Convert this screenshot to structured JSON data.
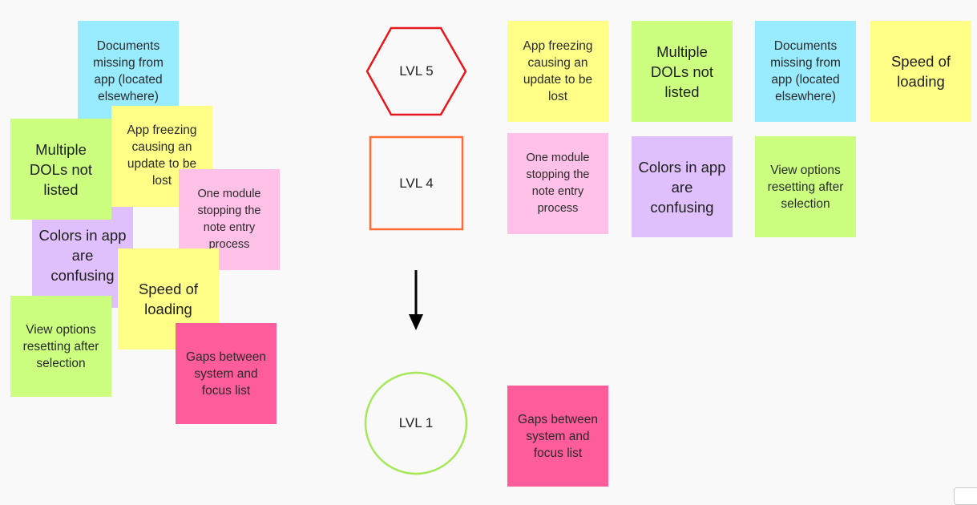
{
  "colors": {
    "blue": "#99ecff",
    "yellow": "#ffff88",
    "green": "#ccff80",
    "pink": "#ffc1e8",
    "purple": "#e0c0fc",
    "hot_pink": "#ff5c9c",
    "lvl5_stroke": "#e8171b",
    "lvl4_stroke": "#ff6b35",
    "lvl1_stroke": "#a6e85a"
  },
  "unsorted": [
    "Documents missing from app (located elsewhere)",
    "Colors in app are confusing",
    "Multiple DOLs not listed",
    "App freezing causing an update to be lost",
    "One module stopping the note entry process",
    "View options resetting after selection",
    "Speed of loading",
    "Gaps between system and focus list"
  ],
  "levels": {
    "lvl5": "LVL 5",
    "lvl4": "LVL 4",
    "lvl1": "LVL 1"
  },
  "lvl5_notes": [
    "App freezing causing an update to be lost",
    "Multiple DOLs not listed",
    "Documents missing from app (located elsewhere)",
    "Speed of loading"
  ],
  "lvl4_notes": [
    "One module stopping the note entry process",
    "Colors in app are confusing",
    "View options resetting after selection"
  ],
  "lvl1_notes": [
    "Gaps between system and focus list"
  ]
}
